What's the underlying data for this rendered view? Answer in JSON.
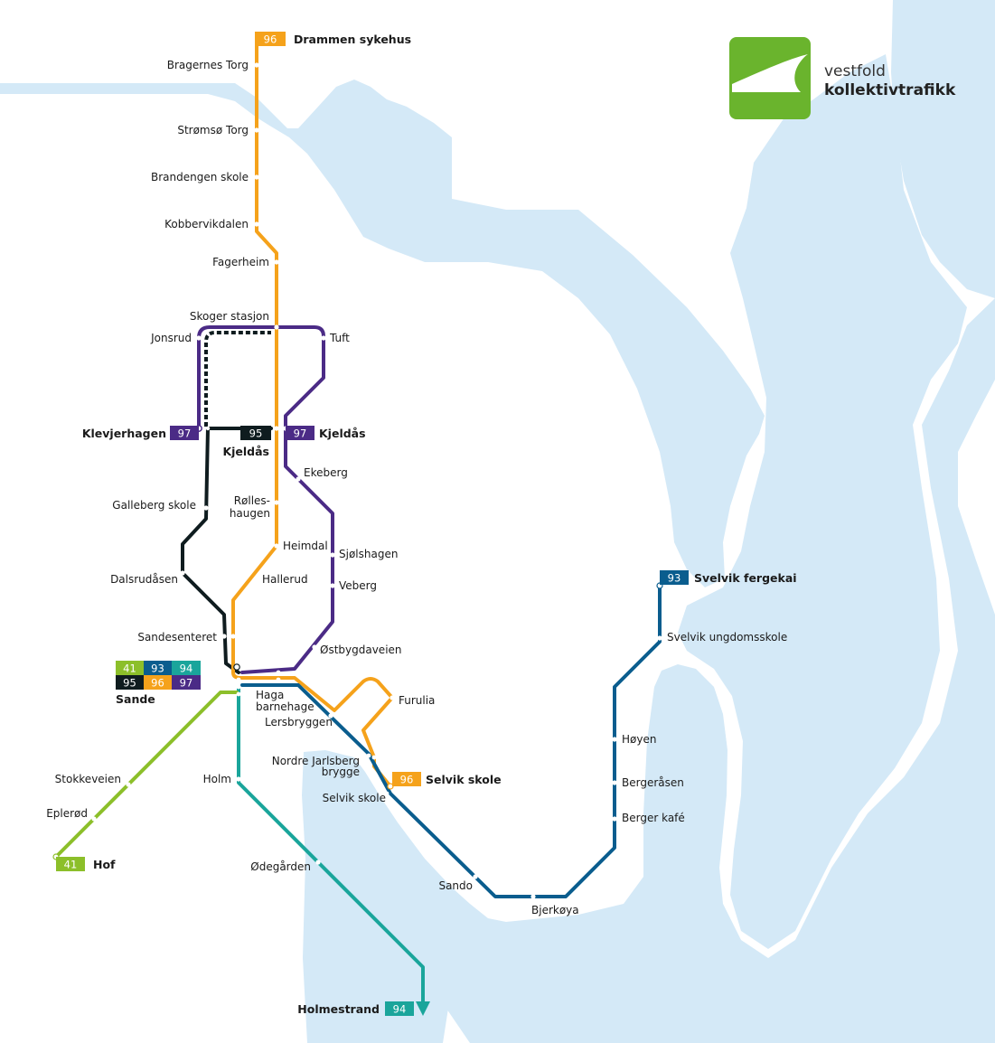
{
  "colors": {
    "water": "#d4e9f7",
    "r41": "#8cbf2a",
    "r93": "#0a5d8e",
    "r94": "#1aa59b",
    "r95": "#0f1c1f",
    "r96": "#f5a21b",
    "r97": "#4b2b86",
    "logo_green": "#6ab42d"
  },
  "logo": {
    "line1": "vestfold",
    "line2": "kollektivtrafikk",
    "icon": "vkt-logo-icon"
  },
  "routes": {
    "r41": "41",
    "r93": "93",
    "r94": "94",
    "r95": "95",
    "r96": "96",
    "r97": "97"
  },
  "terminals": {
    "drammen": "Drammen sykehus",
    "klevjerhagen": "Klevjerhagen",
    "kjeldas_95": "Kjeldås",
    "kjeldas_97": "Kjeldås",
    "sande": "Sande",
    "svelvik_fergekai": "Svelvik fergekai",
    "selvik_skole": "Selvik skole",
    "hof": "Hof",
    "holmestrand": "Holmestrand"
  },
  "stations": {
    "bragernes_torg": "Bragernes Torg",
    "stromso_torg": "Strømsø Torg",
    "brandengen_skole": "Brandengen skole",
    "kobbervikdalen": "Kobbervikdalen",
    "fagerheim": "Fagerheim",
    "skoger_stasjon": "Skoger stasjon",
    "jonsrud": "Jonsrud",
    "tuft": "Tuft",
    "ekeberg": "Ekeberg",
    "galleberg_skole": "Galleberg skole",
    "rolleshaugen_1": "Rølles-",
    "rolleshaugen_2": "haugen",
    "heimdal": "Heimdal",
    "sjolshagen": "Sjølshagen",
    "dalsrudasen": "Dalsrudåsen",
    "hallerud": "Hallerud",
    "veberg": "Veberg",
    "sandesenteret": "Sandesenteret",
    "ostbygdaveien": "Østbygdaveien",
    "haga_1": "Haga",
    "haga_2": "barnehage",
    "lersbryggen": "Lersbryggen",
    "furulia": "Furulia",
    "nordre_1": "Nordre Jarlsberg",
    "nordre_2": "brygge",
    "selvik_skole_stop": "Selvik skole",
    "stokkeveien": "Stokkeveien",
    "eplerod": "Eplerød",
    "holm": "Holm",
    "odegarden": "Ødegården",
    "sando": "Sando",
    "bjerkoya": "Bjerkøya",
    "hoyen": "Høyen",
    "bergerasen": "Bergeråsen",
    "berger_kafe": "Berger kafé",
    "svelvik_ungdomsskole": "Svelvik ungdomsskole"
  }
}
